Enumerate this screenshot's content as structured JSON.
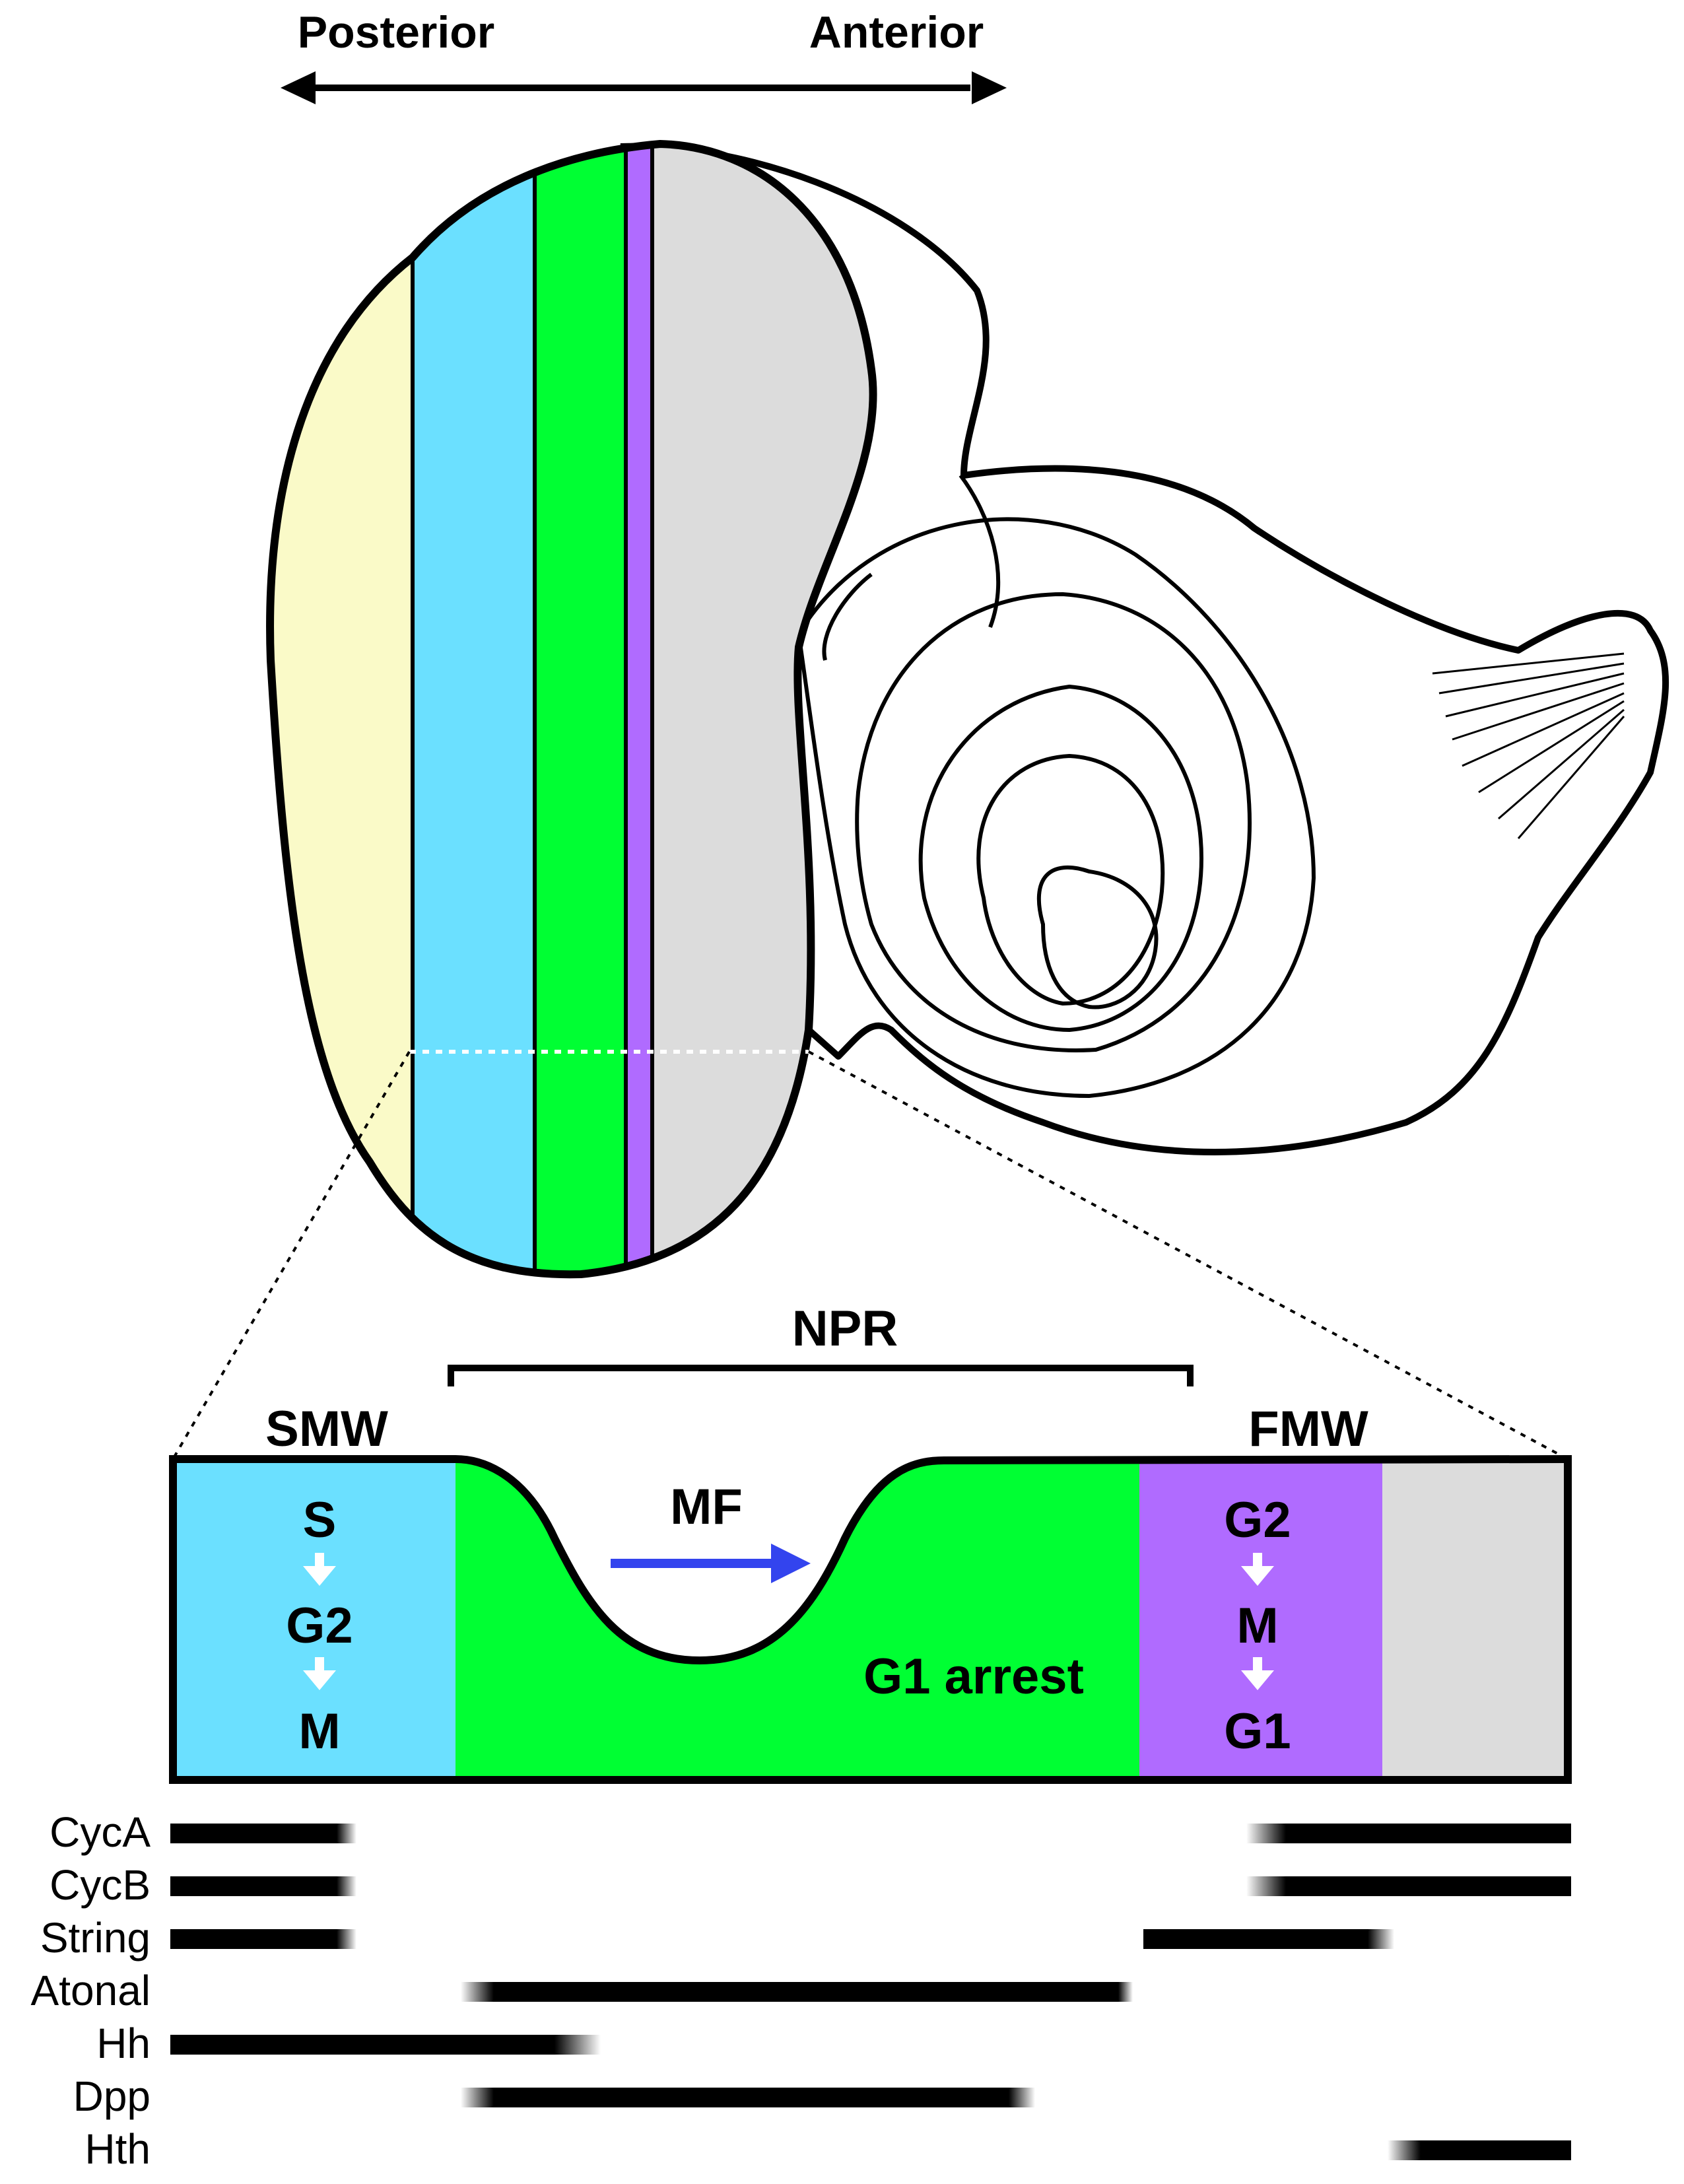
{
  "axis": {
    "posterior_label": "Posterior",
    "anterior_label": "Anterior"
  },
  "zones": {
    "smw_label": "SMW",
    "fmw_label": "FMW",
    "npr_label": "NPR",
    "mf_label": "MF",
    "g1_arrest_label": "G1 arrest",
    "smw_phases": [
      "S",
      "G2",
      "M"
    ],
    "fmw_phases": [
      "G2",
      "M",
      "G1"
    ]
  },
  "colors": {
    "yellow_zone": "#FAFAC8",
    "blue_zone": "#6BE0FF",
    "green_zone": "#00FF33",
    "purple_zone": "#B06BFF",
    "gray_zone": "#DCDCDC",
    "mf_arrow": "#3344EE"
  },
  "genes": [
    {
      "label": "CycA"
    },
    {
      "label": "CycB"
    },
    {
      "label": "String"
    },
    {
      "label": "Atonal"
    },
    {
      "label": "Hh"
    },
    {
      "label": "Dpp"
    },
    {
      "label": "Hth"
    }
  ]
}
